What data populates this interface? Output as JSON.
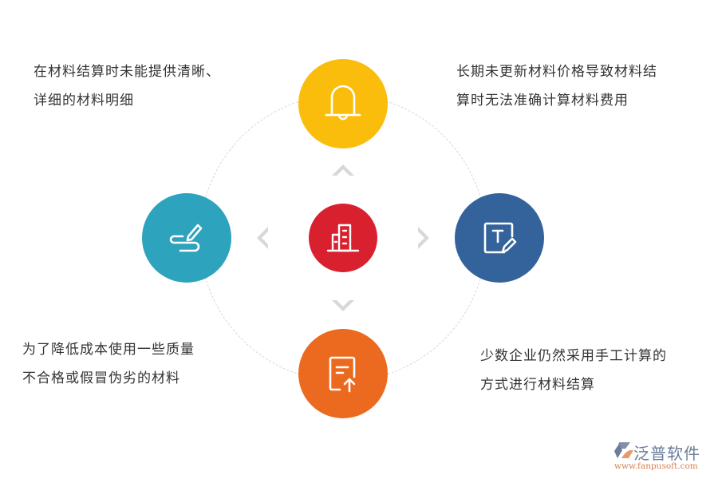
{
  "diagram": {
    "center": {
      "icon": "building-icon",
      "color": "#d9202f"
    },
    "nodes": [
      {
        "position": "top",
        "icon": "bell-icon",
        "color": "#fbbd0c",
        "text_lines": [
          "长期未更新材料价格导致材料结",
          "算时无法准确计算材料费用"
        ]
      },
      {
        "position": "left",
        "icon": "pen-signature-icon",
        "color": "#2ea3bd",
        "text_lines": [
          "在材料结算时未能提供清晰、",
          "详细的材料明细"
        ]
      },
      {
        "position": "right",
        "icon": "text-edit-icon",
        "color": "#34639b",
        "text_lines": [
          "少数企业仍然采用手工计算的",
          "方式进行材料结算"
        ]
      },
      {
        "position": "bottom",
        "icon": "document-upload-icon",
        "color": "#ec6a1f",
        "text_lines": [
          "为了降低成本使用一些质量",
          "不合格或假冒伪劣的材料"
        ]
      }
    ],
    "arrow_color": "#d8d8d8",
    "ring_color": "#d6d6d6"
  },
  "captions": {
    "top_left": [
      "在材料结算时未能提供清晰、",
      "详细的材料明细"
    ],
    "top_right": [
      "长期未更新材料价格导致材料结",
      "算时无法准确计算材料费用"
    ],
    "bottom_left": [
      "为了降低成本使用一些质量",
      "不合格或假冒伪劣的材料"
    ],
    "bottom_right": [
      "少数企业仍然采用手工计算的",
      "方式进行材料结算"
    ]
  },
  "logo": {
    "name": "泛普软件",
    "url": "www.fanpusoft.com"
  }
}
